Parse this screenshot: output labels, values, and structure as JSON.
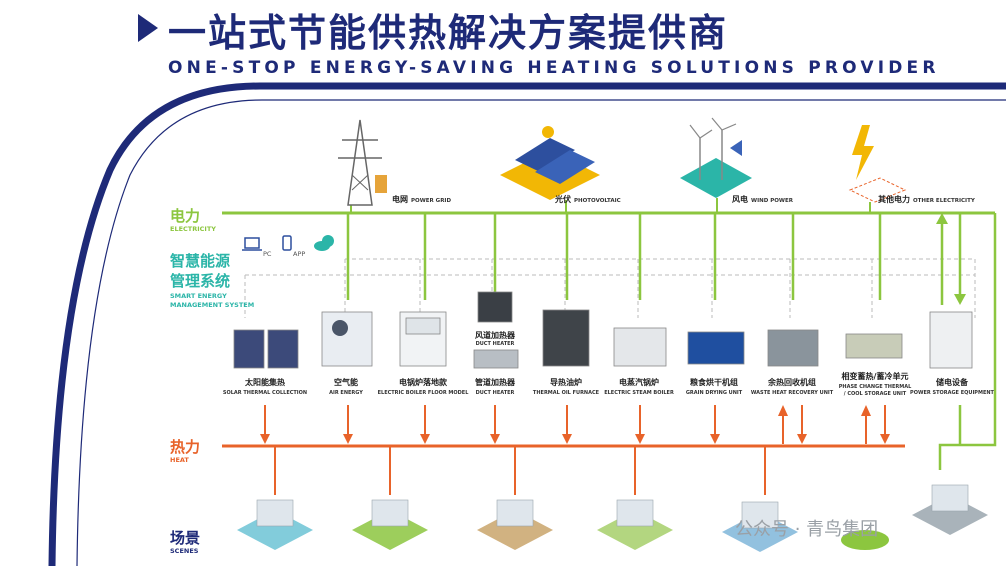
{
  "header": {
    "title_cn": "一站式节能供热解决方案提供商",
    "title_en": "ONE-STOP ENERGY-SAVING HEATING SOLUTIONS PROVIDER"
  },
  "rows": {
    "electricity": {
      "cn": "电力",
      "en": "ELECTRICITY"
    },
    "smart": {
      "cn1": "智慧能源",
      "cn2": "管理系统",
      "en1": "SMART ENERGY",
      "en2": "MANAGEMENT SYSTEM"
    },
    "heat": {
      "cn": "热力",
      "en": "HEAT"
    },
    "scenes": {
      "cn": "场景",
      "en": "SCENES"
    }
  },
  "devices": {
    "pc": "PC",
    "app": "APP"
  },
  "sources": [
    {
      "cn": "电网",
      "en": "POWER GRID",
      "icon": "power-tower-icon"
    },
    {
      "cn": "光伏",
      "en": "PHOTOVOLTAIC",
      "icon": "solar-panel-icon"
    },
    {
      "cn": "风电",
      "en": "WIND POWER",
      "icon": "wind-turbine-icon"
    },
    {
      "cn": "其他电力",
      "en": "OTHER ELECTRICITY",
      "icon": "lightning-icon"
    }
  ],
  "equipment": [
    {
      "cn": "太阳能集热",
      "en": "SOLAR THERMAL COLLECTION"
    },
    {
      "cn": "空气能",
      "en": "AIR ENERGY"
    },
    {
      "cn": "电锅炉落地款",
      "en": "ELECTRIC BOILER FLOOR MODEL"
    },
    {
      "cn": "管道加热器",
      "en": "DUCT HEATER"
    },
    {
      "cn": "导热油炉",
      "en": "THERMAL OIL FURNACE"
    },
    {
      "cn": "电蒸汽锅炉",
      "en": "ELECTRIC STEAM BOILER"
    },
    {
      "cn": "粮食烘干机组",
      "en": "GRAIN DRYING UNIT"
    },
    {
      "cn": "余热回收机组",
      "en": "WASTE HEAT RECOVERY UNIT"
    },
    {
      "cn": "相变蓄热/蓄冷单元",
      "en": "PHASE CHANGE THERMAL",
      "en2": "/ COOL STORAGE UNIT"
    },
    {
      "cn": "储电设备",
      "en": "POWER STORAGE EQUIPMENT"
    }
  ],
  "duct_heater_top": {
    "cn": "风道加热器",
    "en": "DUCT HEATER"
  },
  "watermark": "公众号 · 青鸟集团",
  "colors": {
    "navy": "#1e2a78",
    "green": "#8cc63f",
    "orange": "#e8632a",
    "teal": "#2bb5a8"
  }
}
